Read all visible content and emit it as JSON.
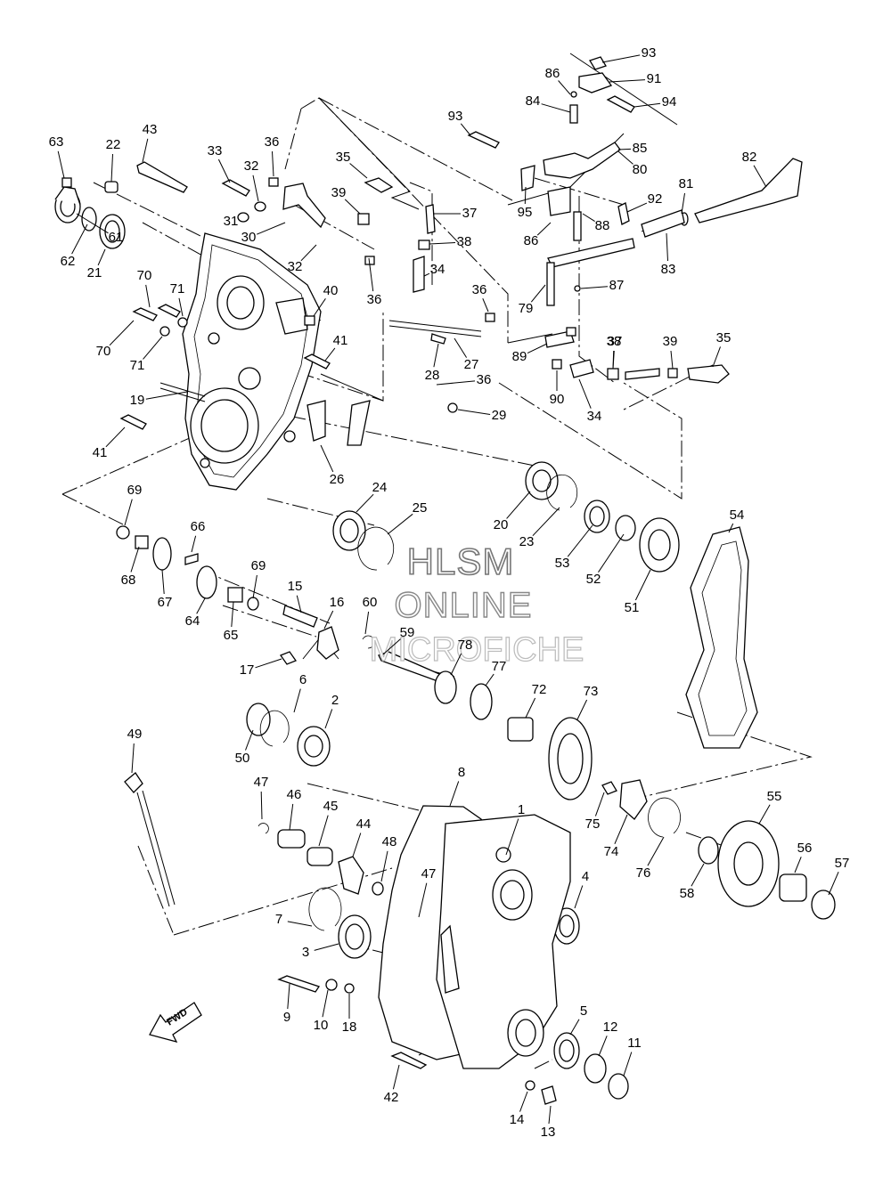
{
  "watermark": {
    "line1": "HLSM",
    "line2": "ONLINE",
    "line3": "MICROFICHE"
  },
  "direction_badge": "FWD",
  "callouts": [
    "1",
    "2",
    "3",
    "4",
    "5",
    "6",
    "7",
    "8",
    "9",
    "10",
    "11",
    "12",
    "13",
    "14",
    "15",
    "16",
    "17",
    "18",
    "19",
    "20",
    "21",
    "22",
    "23",
    "24",
    "25",
    "26",
    "27",
    "28",
    "29",
    "30",
    "31",
    "32",
    "32",
    "33",
    "34",
    "34",
    "35",
    "35",
    "36",
    "36",
    "36",
    "36",
    "37",
    "37",
    "38",
    "38",
    "39",
    "39",
    "40",
    "41",
    "41",
    "42",
    "43",
    "44",
    "45",
    "46",
    "47",
    "47",
    "48",
    "49",
    "50",
    "51",
    "52",
    "53",
    "54",
    "55",
    "56",
    "57",
    "58",
    "59",
    "60",
    "61",
    "62",
    "63",
    "64",
    "65",
    "66",
    "67",
    "68",
    "69",
    "69",
    "70",
    "70",
    "71",
    "71",
    "72",
    "73",
    "74",
    "75",
    "76",
    "77",
    "78",
    "79",
    "80",
    "81",
    "82",
    "83",
    "84",
    "85",
    "86",
    "86",
    "87",
    "88",
    "89",
    "90",
    "91",
    "92",
    "93",
    "93",
    "94",
    "95"
  ]
}
